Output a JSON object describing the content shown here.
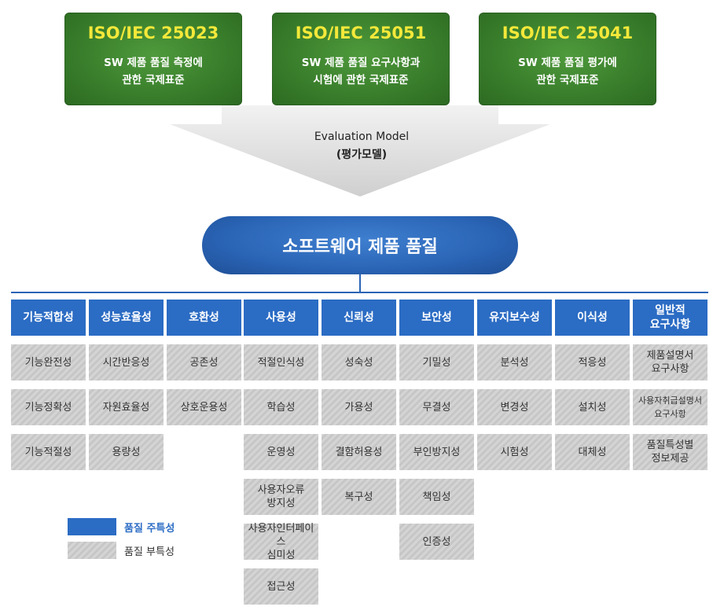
{
  "standards": [
    {
      "title": "ISO/IEC 25023",
      "desc": "SW 제품 품질 측정에\n관한 국제표준"
    },
    {
      "title": "ISO/IEC 25051",
      "desc": "SW 제품 품질 요구사항과\n시험에 관한 국제표준"
    },
    {
      "title": "ISO/IEC 25041",
      "desc": "SW 제품 품질 평가에\n관한 국제표준"
    }
  ],
  "arrow": {
    "line1": "Evaluation Model",
    "line2": "(평가모델)"
  },
  "main_title": "소프트웨어 제품 품질",
  "columns": [
    {
      "main": "기능적합성",
      "subs": [
        "기능완전성",
        "기능정확성",
        "기능적절성"
      ]
    },
    {
      "main": "성능효율성",
      "subs": [
        "시간반응성",
        "자원효율성",
        "용량성"
      ]
    },
    {
      "main": "호환성",
      "subs": [
        "공존성",
        "상호운용성"
      ]
    },
    {
      "main": "사용성",
      "subs": [
        "적절인식성",
        "학습성",
        "운영성",
        "사용자오류\n방지성",
        "사용자인터페이스\n심미성",
        "접근성"
      ]
    },
    {
      "main": "신뢰성",
      "subs": [
        "성숙성",
        "가용성",
        "결함허용성",
        "복구성"
      ]
    },
    {
      "main": "보안성",
      "subs": [
        "기밀성",
        "무결성",
        "부인방지성",
        "책임성",
        "인증성"
      ]
    },
    {
      "main": "유지보수성",
      "subs": [
        "분석성",
        "변경성",
        "시험성"
      ]
    },
    {
      "main": "이식성",
      "subs": [
        "적응성",
        "설치성",
        "대체성"
      ]
    },
    {
      "main": "일반적\n요구사항",
      "subs": [
        "제품설명서\n요구사항",
        "사용자취급설명서\n요구사항",
        "품질특성별\n정보제공"
      ]
    }
  ],
  "legend": {
    "primary": "품질 주특성",
    "secondary": "품질 부특성"
  },
  "colors": {
    "primary": "#2b6cc4",
    "legend_primary_text": "#2b6cc4",
    "legend_secondary_text": "#333333",
    "standard_title": "#f4e83a"
  }
}
